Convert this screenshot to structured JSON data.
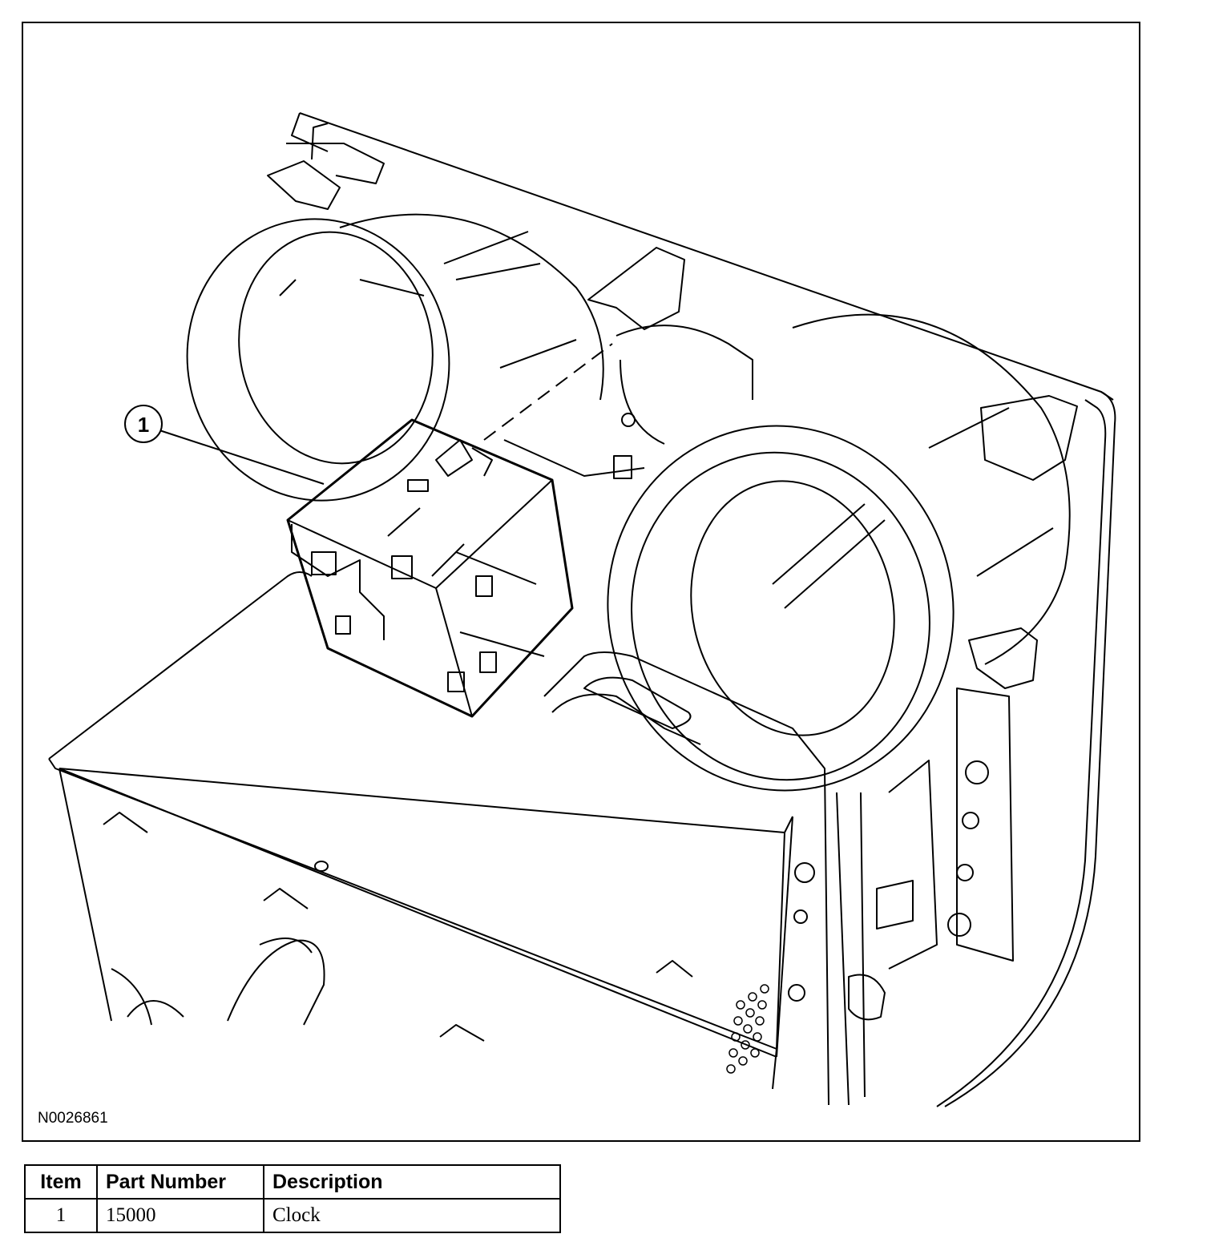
{
  "figure": {
    "callout": "1",
    "id": "N0026861"
  },
  "parts_table": {
    "headers": [
      "Item",
      "Part Number",
      "Description"
    ],
    "rows": [
      {
        "item": "1",
        "part_number": "15000",
        "description": "Clock"
      }
    ]
  }
}
